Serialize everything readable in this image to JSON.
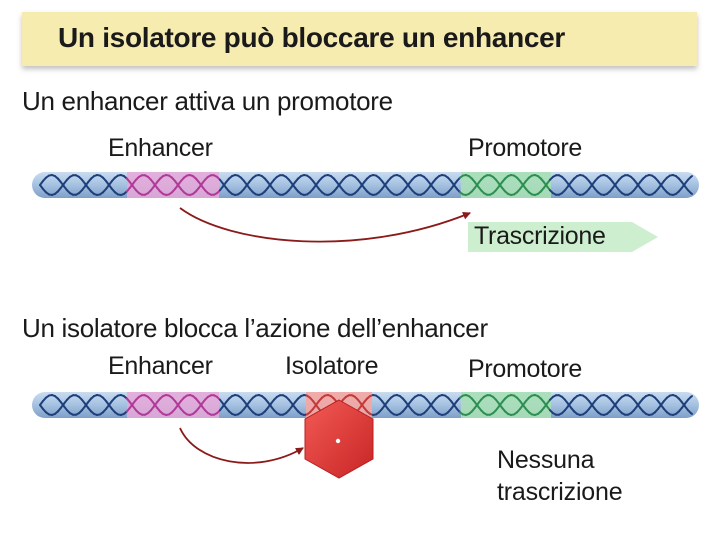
{
  "title": "Un isolatore può bloccare un enhancer",
  "panel_top": {
    "heading": "Un enhancer attiva un promotore",
    "enhancer_label": "Enhancer",
    "promoter_label": "Promotore",
    "result_label": "Trascrizione"
  },
  "panel_bottom": {
    "heading": "Un isolatore blocca l’azione dell’enhancer",
    "enhancer_label": "Enhancer",
    "insulator_label": "Isolatore",
    "promoter_label": "Promotore",
    "result_line1": "Nessuna",
    "result_line2": "trascrizione"
  },
  "colors": {
    "title_background": "#f7ecb0",
    "dna_tube": "#a8c4e3",
    "dna_strand": "#1f3f7a",
    "enhancer_region": "#e6a8d8",
    "enhancer_strand": "#b03a98",
    "promoter_region": "#a9dfb6",
    "promoter_strand": "#2e8f52",
    "insulator_region": "#f4a6a2",
    "insulator_hexagon": "#e23a3a",
    "arrow": "#8b1a1a",
    "transcription_arrow": "#cdeecf"
  }
}
